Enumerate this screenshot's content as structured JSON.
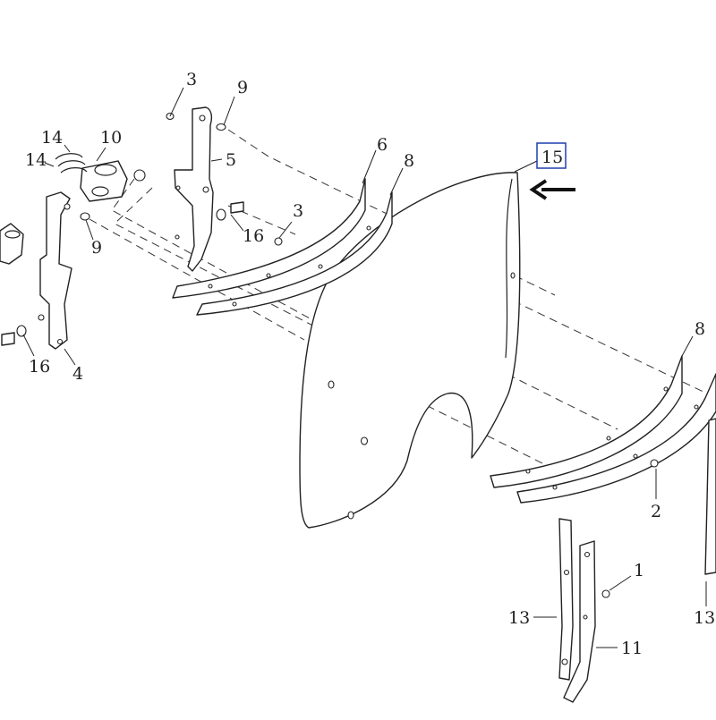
{
  "callouts": {
    "c3a": "3",
    "c9a": "9",
    "c14a": "14",
    "c10": "10",
    "c14b": "14",
    "c5": "5",
    "c6": "6",
    "c8a": "8",
    "c15": "15",
    "c3b": "3",
    "c16a": "16",
    "c9b": "9",
    "c16b": "16",
    "c4": "4",
    "c8b": "8",
    "c2": "2",
    "c1": "1",
    "c13a": "13",
    "c11": "11",
    "c13b": "13"
  },
  "highlight": {
    "part": "15",
    "box_color": "#1f3fae",
    "pointer": "arrow-left"
  }
}
